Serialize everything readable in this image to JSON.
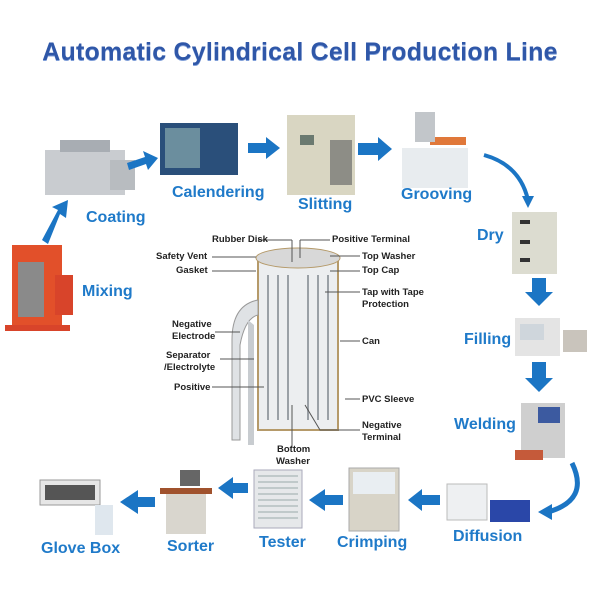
{
  "title": "Automatic Cylindrical Cell Production Line",
  "steps": [
    {
      "name": "Mixing"
    },
    {
      "name": "Coating"
    },
    {
      "name": "Calendering"
    },
    {
      "name": "Slitting"
    },
    {
      "name": "Grooving"
    },
    {
      "name": "Dry"
    },
    {
      "name": "Filling"
    },
    {
      "name": "Welding"
    },
    {
      "name": "Diffusion"
    },
    {
      "name": "Crimping"
    },
    {
      "name": "Tester"
    },
    {
      "name": "Sorter"
    },
    {
      "name": "Glove Box"
    }
  ],
  "cell_parts": {
    "rubber_disk": "Rubber Disk",
    "positive_terminal": "Positive Terminal",
    "safety_vent": "Safety Vent",
    "top_washer": "Top Washer",
    "gasket": "Gasket",
    "top_cap": "Top Cap",
    "tap_tape_1": "Tap with Tape",
    "tap_tape_2": "Protection",
    "neg_electrode_1": "Negative",
    "neg_electrode_2": "Electrode",
    "can": "Can",
    "separator_1": "Separator",
    "separator_2": "/Electrolyte",
    "positive": "Positive",
    "pvc_sleeve": "PVC Sleeve",
    "neg_terminal_1": "Negative",
    "neg_terminal_2": "Terminal",
    "bottom_washer_1": "Bottom",
    "bottom_washer_2": "Washer"
  },
  "colors": {
    "title": "#2f57a8",
    "label": "#1f7ac9",
    "arrow": "#1b75c4"
  }
}
